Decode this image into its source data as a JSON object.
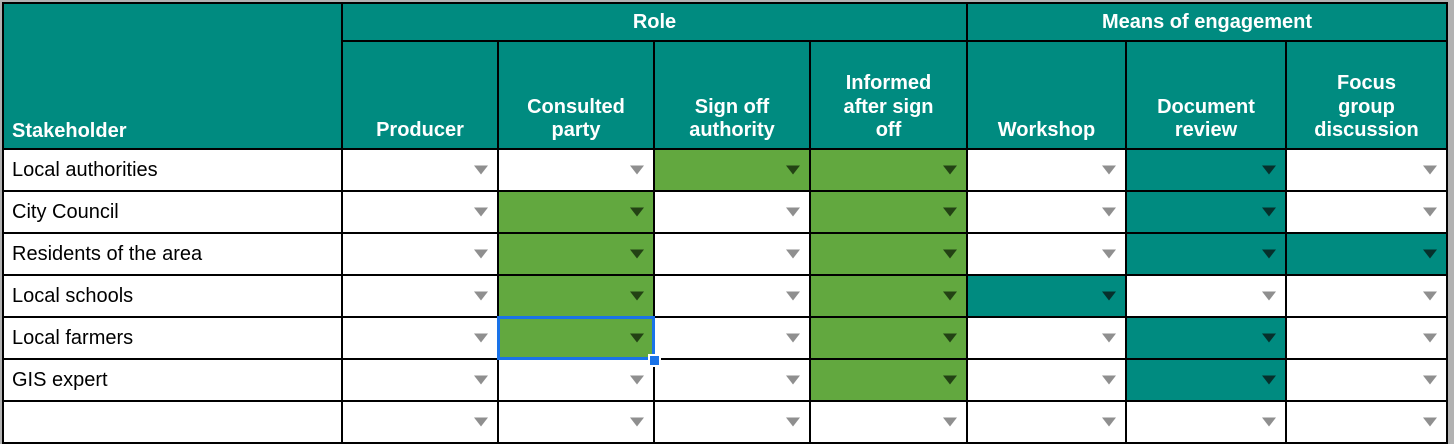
{
  "colors": {
    "header_teal": "#008b80",
    "cell_teal": "#008b80",
    "cell_green": "#62a83f",
    "cell_white": "#ffffff",
    "grid_black": "#000000",
    "arrow_gray": "#8f8f8f",
    "arrow_on_green": "#234214",
    "arrow_on_teal": "#06302c",
    "selection_blue": "#1a73e8",
    "header_text": "#ffffff",
    "row_text": "#000000"
  },
  "icons": {
    "dropdown": "chevron-down-icon"
  },
  "table": {
    "corner_header": "Stakeholder",
    "groups": [
      {
        "label": "Role",
        "columns": [
          "Producer",
          "Consulted party",
          "Sign off authority",
          "Informed after sign off"
        ]
      },
      {
        "label": "Means of engagement",
        "columns": [
          "Workshop",
          "Document review",
          "Focus group discussion"
        ]
      }
    ],
    "rows": [
      {
        "label": "Local authorities",
        "cells": [
          "none",
          "none",
          "green",
          "green",
          "none",
          "teal",
          "none"
        ]
      },
      {
        "label": "City Council",
        "cells": [
          "none",
          "green",
          "none",
          "green",
          "none",
          "teal",
          "none"
        ]
      },
      {
        "label": "Residents of the area",
        "cells": [
          "none",
          "green",
          "none",
          "green",
          "none",
          "teal",
          "teal"
        ]
      },
      {
        "label": "Local schools",
        "cells": [
          "none",
          "green",
          "none",
          "green",
          "teal",
          "none",
          "none"
        ]
      },
      {
        "label": "Local farmers",
        "cells": [
          "none",
          "green",
          "none",
          "green",
          "none",
          "teal",
          "none"
        ]
      },
      {
        "label": "GIS expert",
        "cells": [
          "none",
          "none",
          "none",
          "green",
          "none",
          "teal",
          "none"
        ]
      }
    ],
    "selection": {
      "row_label": "Local farmers",
      "column": "Consulted party",
      "row_index": 4,
      "cell_index": 1
    },
    "partial_bottom_row": {
      "label": "",
      "cells": [
        "none",
        "none",
        "none",
        "none",
        "none",
        "none",
        "none"
      ]
    }
  }
}
